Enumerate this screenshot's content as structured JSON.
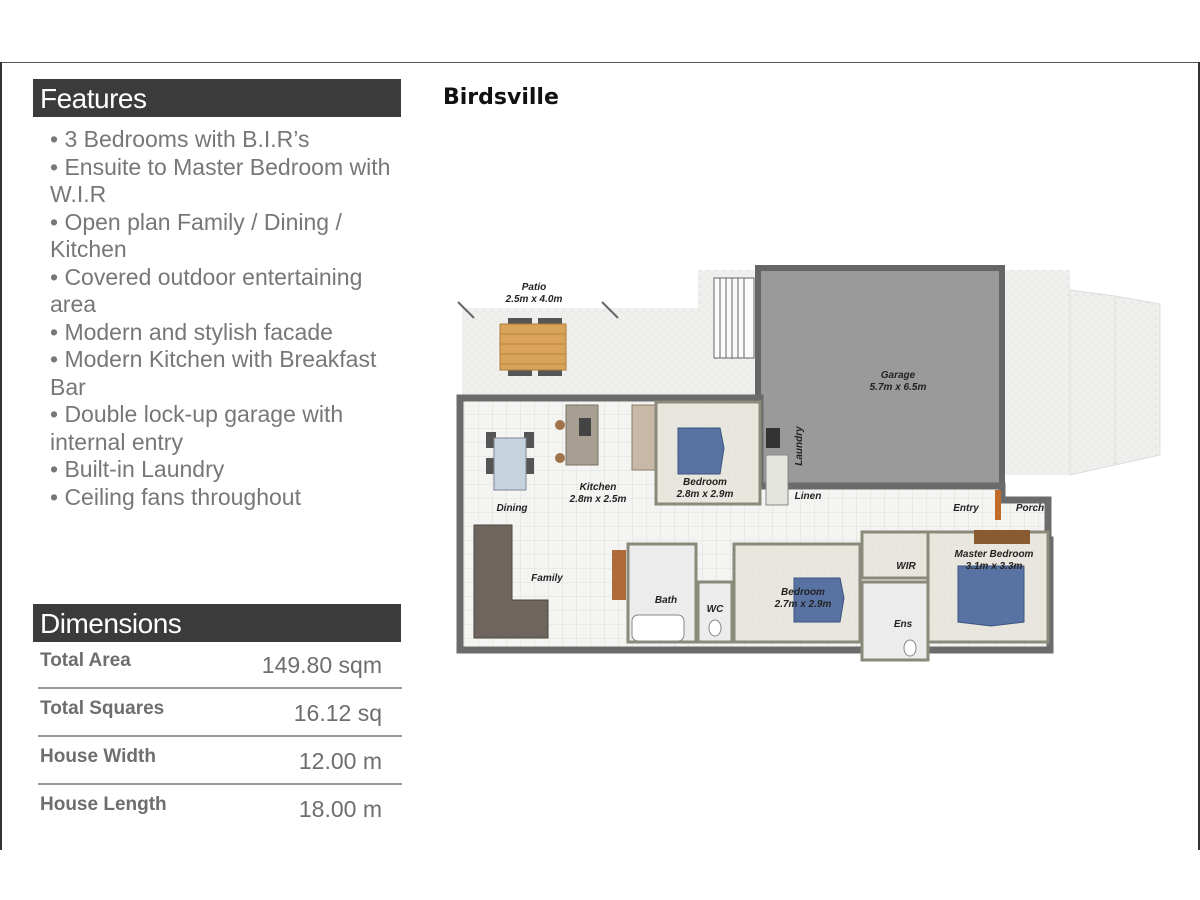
{
  "features": {
    "heading": "Features",
    "items": [
      "• 3 Bedrooms with B.I.R’s",
      "• Ensuite to Master Bedroom with W.I.R",
      "• Open plan Family / Dining / Kitchen",
      "• Covered outdoor entertaining area",
      "• Modern and stylish facade",
      "• Modern Kitchen with Breakfast Bar",
      "• Double lock-up garage with internal entry",
      "• Built-in Laundry",
      "• Ceiling fans throughout"
    ]
  },
  "dimensions": {
    "heading": "Dimensions",
    "rows": [
      {
        "label": "Total Area",
        "value": "149.80 sqm"
      },
      {
        "label": "Total Squares",
        "value": "16.12 sq"
      },
      {
        "label": "House Width",
        "value": "12.00 m"
      },
      {
        "label": "House Length",
        "value": "18.00 m"
      }
    ]
  },
  "plan": {
    "title": "Birdsville",
    "rooms": {
      "patio": {
        "name": "Patio",
        "size": "2.5m x 4.0m"
      },
      "garage": {
        "name": "Garage",
        "size": "5.7m x 6.5m"
      },
      "laundry": {
        "name": "Laundry"
      },
      "kitchen": {
        "name": "Kitchen",
        "size": "2.8m x 2.5m"
      },
      "bedroom2": {
        "name": "Bedroom",
        "size": "2.8m x 2.9m"
      },
      "linen": {
        "name": "Linen"
      },
      "dining": {
        "name": "Dining"
      },
      "entry": {
        "name": "Entry"
      },
      "porch": {
        "name": "Porch"
      },
      "master": {
        "name": "Master Bedroom",
        "size": "3.1m x 3.3m"
      },
      "wir": {
        "name": "WIR"
      },
      "family": {
        "name": "Family"
      },
      "bath": {
        "name": "Bath"
      },
      "wc": {
        "name": "WC"
      },
      "bedroom3": {
        "name": "Bedroom",
        "size": "2.7m x 2.9m"
      },
      "ens": {
        "name": "Ens"
      }
    }
  },
  "colors": {
    "heading_bg": "#3b3b3b",
    "text_grey": "#777777",
    "wall": "#6b6b6b",
    "garage_floor": "#9a9a9a",
    "bed_blue": "#5873a3"
  }
}
